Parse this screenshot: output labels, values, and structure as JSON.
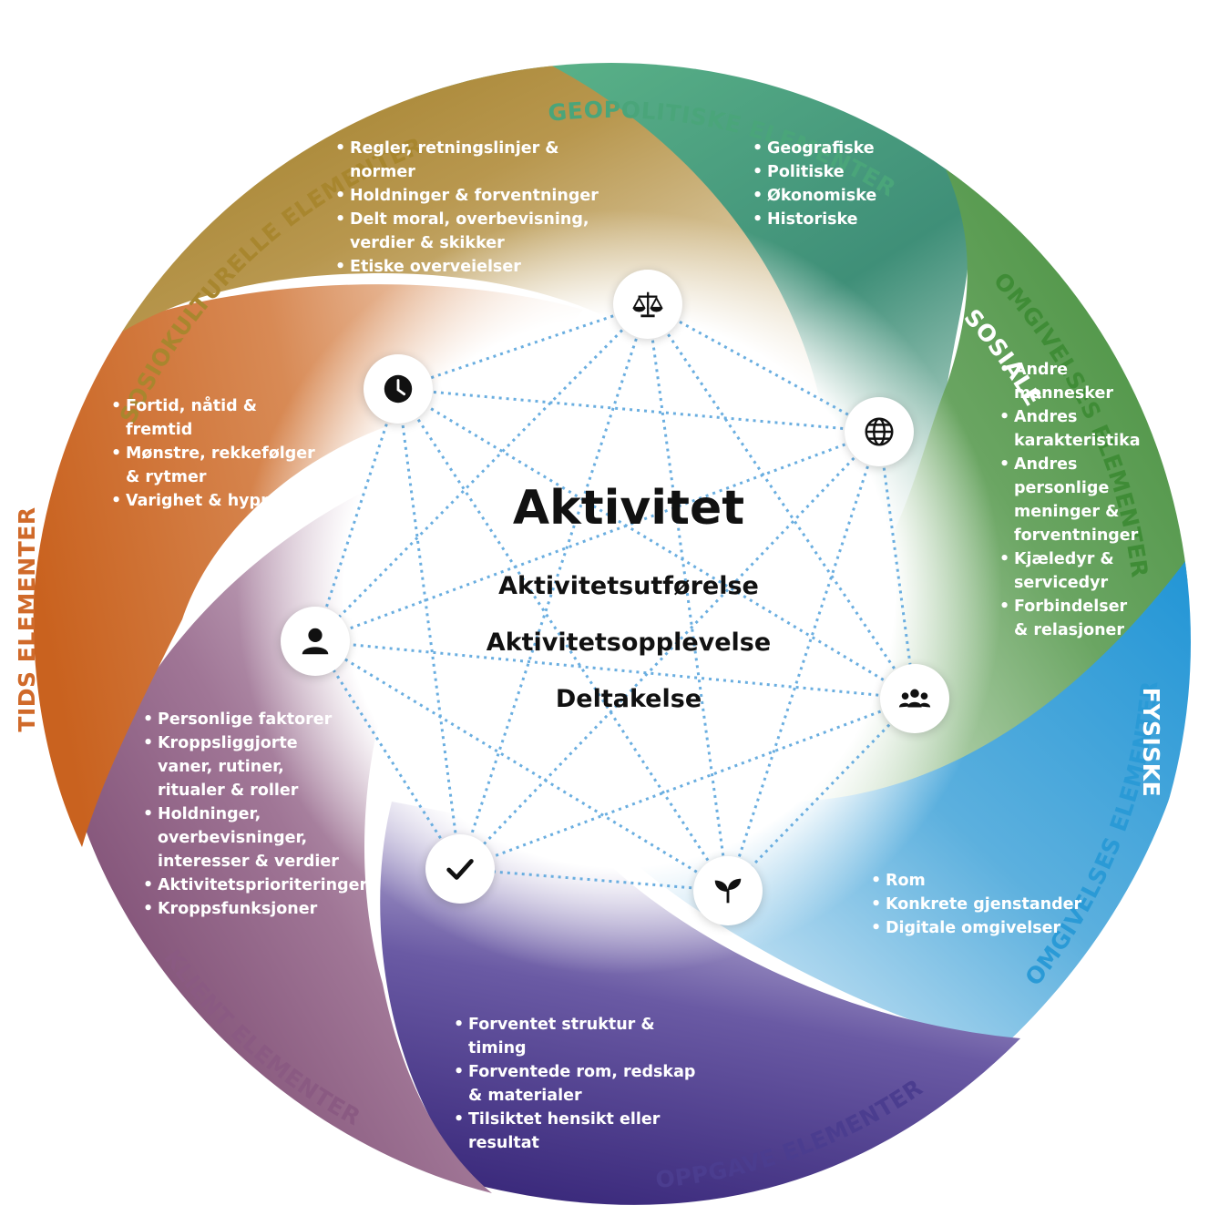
{
  "center": {
    "title": "Aktivitet",
    "lines": [
      "Aktivitetsutførelse",
      "Aktivitetsopplevelse",
      "Deltakelse"
    ]
  },
  "rings": {
    "geopolitiske": "GEOPOLITISKE ELEMENTER",
    "sosiokulturelle": "SOSIOKULTURELLE ELEMENTER",
    "omgivelser": "OMGIVELSES ELEMENTER",
    "sosiale": "SOSIALE",
    "omgivelser_fysiske": "OMGIVELSES ELEMENTER",
    "fysiske": "FYSISKE",
    "tids": "TIDS ELEMENTER",
    "klient": "KLIENT ELEMENTER",
    "oppgave": "OPPGAVE ELEMENTER"
  },
  "lists": {
    "sosiokulturelle": [
      "Regler, retningslinjer & normer",
      "Holdninger & forventninger",
      "Delt moral, overbevisning, verdier & skikker",
      "Etiske overveielser"
    ],
    "geopolitiske": [
      "Geografiske",
      "Politiske",
      "Økonomiske",
      "Historiske"
    ],
    "sosiale": [
      "Andre mennesker",
      "Andres karakteristika",
      "Andres personlige meninger & forventninger",
      "Kjæledyr & servicedyr",
      "Forbindelser & relasjoner"
    ],
    "tids": [
      "Fortid, nåtid & fremtid",
      "Mønstre, rekkefølger & rytmer",
      "Varighet & hyppighet"
    ],
    "klient": [
      "Personlige faktorer",
      "Kroppsliggjorte vaner, rutiner, ritualer & roller",
      "Holdninger, overbevisninger, interesser & verdier",
      "Aktivitetsprioriteringer",
      "Kroppsfunksjoner"
    ],
    "fysiske": [
      "Rom",
      "Konkrete gjenstander",
      "Digitale omgivelser"
    ],
    "oppgave": [
      "Forventet struktur & timing",
      "Forventede rom, redskap & materialer",
      "Tilsiktet hensikt eller resultat"
    ]
  },
  "icons": {
    "scale": "balance-scale-icon",
    "globe": "globe-icon",
    "group": "people-group-icon",
    "plant": "seedling-icon",
    "check": "checkmark-icon",
    "person": "person-icon",
    "clock": "clock-icon"
  },
  "colors": {
    "geopolitical": "#4daa80",
    "sociocultural": "#a8862e",
    "social": "#4e9a45",
    "physical": "#2a9ad6",
    "temporal": "#d06a2a",
    "client": "#7a4670",
    "task": "#4b3d8f"
  }
}
